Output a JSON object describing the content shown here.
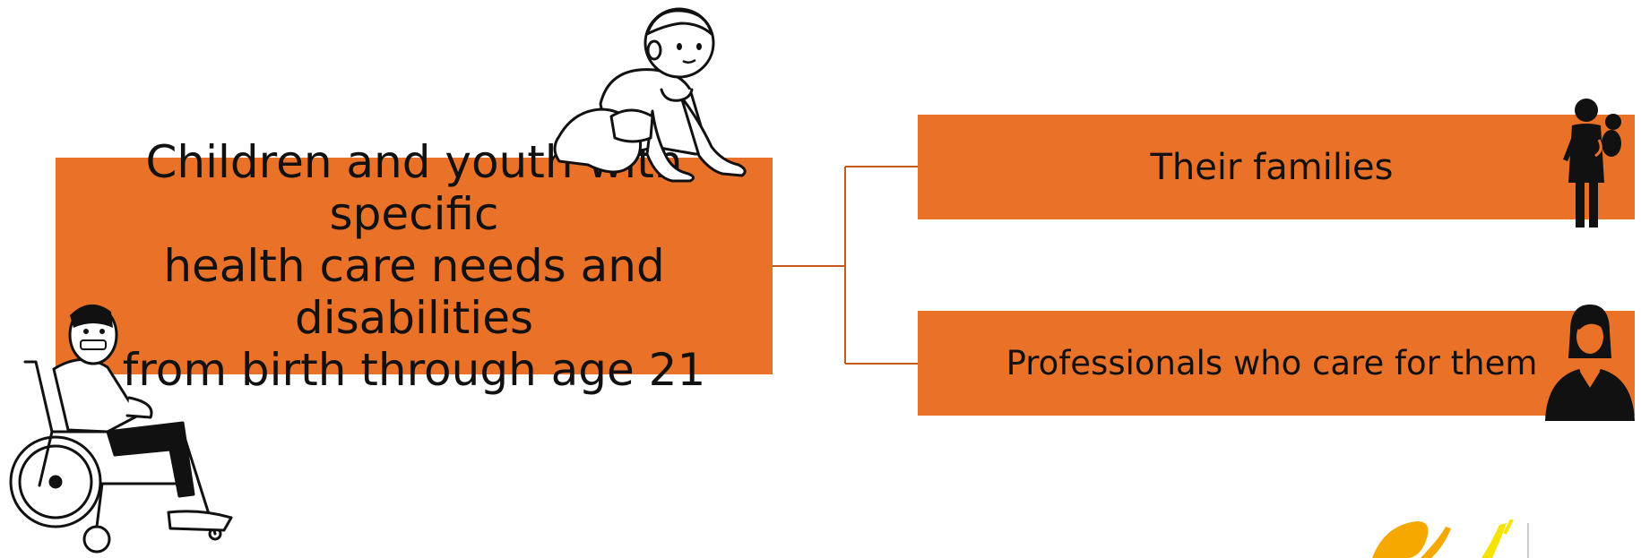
{
  "main_box": {
    "lines": [
      "Children and youth with specific",
      "health care needs and disabilities",
      "from birth through age 21"
    ]
  },
  "branches": [
    {
      "label": "Their families",
      "icon": "mother-with-child-icon"
    },
    {
      "label": "Professionals who care for them",
      "icon": "professional-woman-icon"
    }
  ],
  "illustrations": {
    "top": "crawling-baby-illustration",
    "bottom": "man-in-wheelchair-illustration",
    "corner": "brand-logo-partial"
  },
  "colors": {
    "box_fill": "#E97228",
    "connector": "#C65A1E",
    "logo_orange": "#F5A800",
    "logo_yellow": "#F7E300"
  }
}
